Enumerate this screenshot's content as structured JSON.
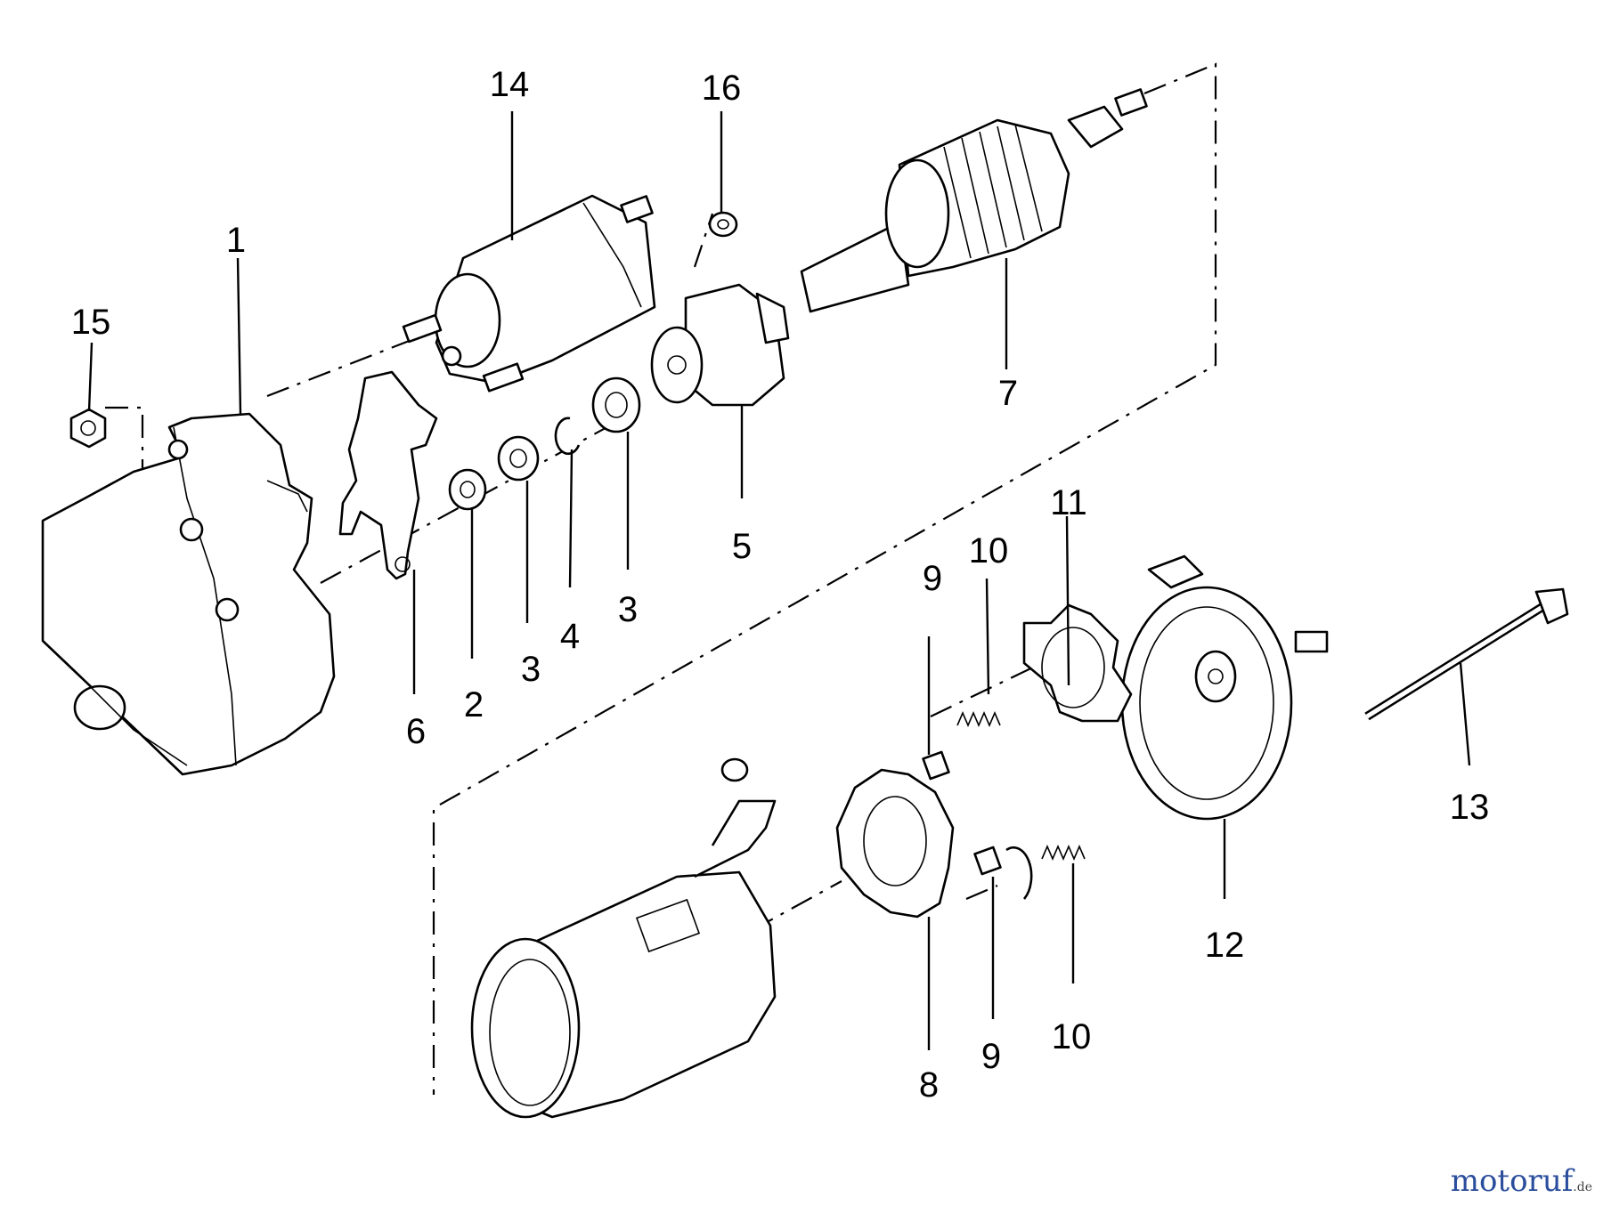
{
  "callouts": {
    "c1": "1",
    "c2": "2",
    "c3a": "3",
    "c3b": "3",
    "c4": "4",
    "c5": "5",
    "c6": "6",
    "c7": "7",
    "c8": "8",
    "c9a": "9",
    "c9b": "9",
    "c10a": "10",
    "c10b": "10",
    "c11": "11",
    "c12": "12",
    "c13": "13",
    "c14": "14",
    "c15": "15",
    "c16": "16"
  },
  "watermark": {
    "brand": "motoruf",
    "tld": ".de"
  }
}
